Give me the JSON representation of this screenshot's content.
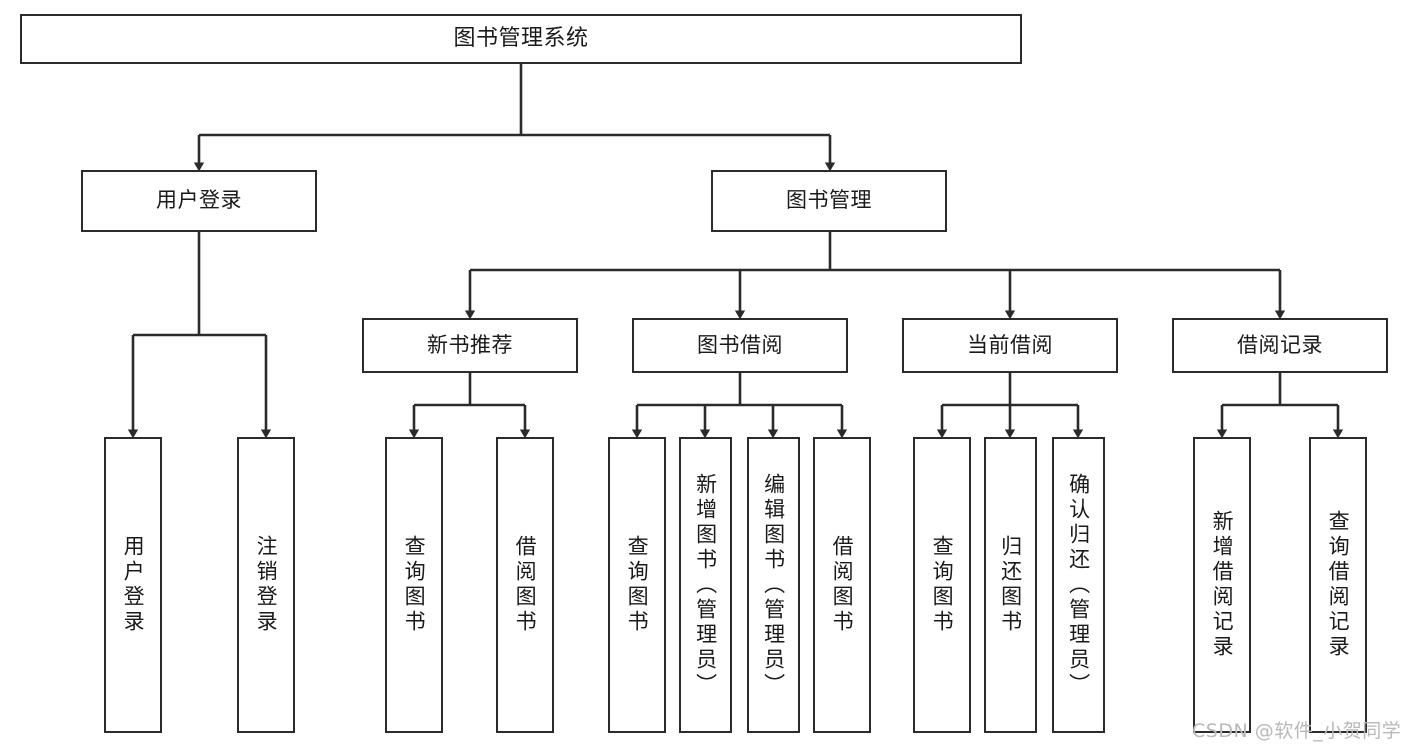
{
  "diagram": {
    "title": "图书管理系统",
    "type": "tree-hierarchy-diagram",
    "watermark": "CSDN @软件_小贺同学",
    "style": {
      "box_fill": "#ffffff",
      "box_stroke": "#2b2b2b",
      "edge_color": "#2b2b2b",
      "text_color": "#1a1a1a",
      "watermark_color": "#b9b9b9",
      "background": "#ffffff"
    },
    "levels": {
      "root": {
        "label": "图书管理系统"
      },
      "level2": [
        {
          "id": "user-login",
          "label": "用户登录"
        },
        {
          "id": "book-management",
          "label": "图书管理"
        }
      ],
      "level3": [
        {
          "id": "new-book-recommend",
          "label": "新书推荐",
          "parent": "book-management"
        },
        {
          "id": "book-borrow",
          "label": "图书借阅",
          "parent": "book-management"
        },
        {
          "id": "current-borrow",
          "label": "当前借阅",
          "parent": "book-management"
        },
        {
          "id": "borrow-record",
          "label": "借阅记录",
          "parent": "book-management"
        }
      ],
      "leaves": [
        {
          "id": "leaf-user-login",
          "label": "用户登录",
          "parent": "user-login"
        },
        {
          "id": "leaf-logout-login",
          "label": "注销登录",
          "parent": "user-login"
        },
        {
          "id": "leaf-query-book-1",
          "label": "查询图书",
          "parent": "new-book-recommend"
        },
        {
          "id": "leaf-borrow-book-1",
          "label": "借阅图书",
          "parent": "new-book-recommend"
        },
        {
          "id": "leaf-query-book-2",
          "label": "查询图书",
          "parent": "book-borrow"
        },
        {
          "id": "leaf-add-book",
          "label": "新增图书（管理员）",
          "parent": "book-borrow"
        },
        {
          "id": "leaf-edit-book",
          "label": "编辑图书（管理员）",
          "parent": "book-borrow"
        },
        {
          "id": "leaf-borrow-book-2",
          "label": "借阅图书",
          "parent": "book-borrow"
        },
        {
          "id": "leaf-query-book-3",
          "label": "查询图书",
          "parent": "current-borrow"
        },
        {
          "id": "leaf-return-book",
          "label": "归还图书",
          "parent": "current-borrow"
        },
        {
          "id": "leaf-confirm-return",
          "label": "确认归还（管理员）",
          "parent": "current-borrow"
        },
        {
          "id": "leaf-add-record",
          "label": "新增借阅记录",
          "parent": "borrow-record"
        },
        {
          "id": "leaf-query-record",
          "label": "查询借阅记录",
          "parent": "borrow-record"
        }
      ]
    }
  }
}
